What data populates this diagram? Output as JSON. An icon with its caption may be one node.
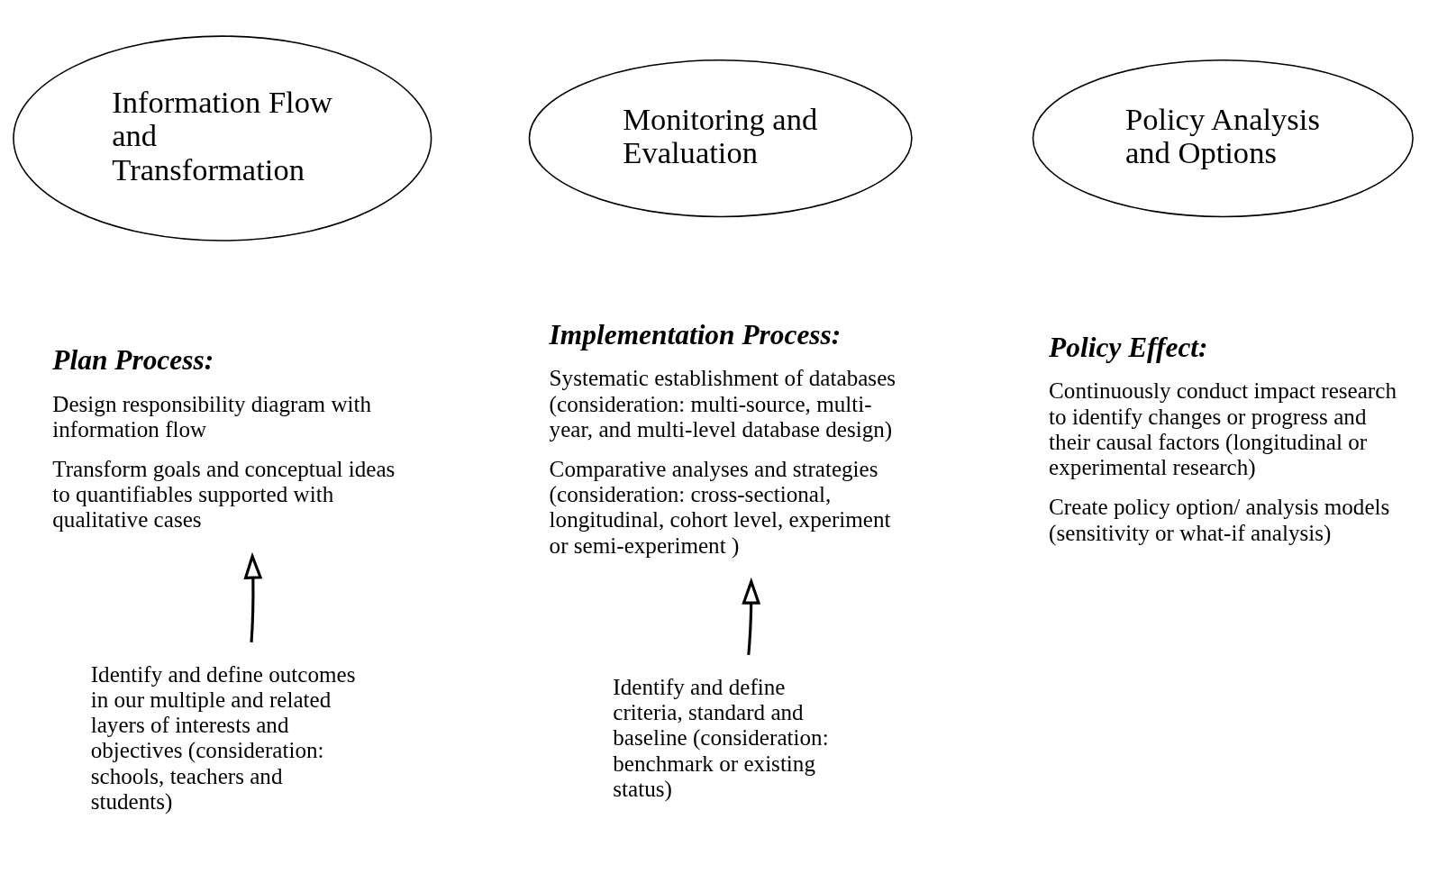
{
  "diagram": {
    "nodes": [
      {
        "text": [
          "Information Flow and Transformation"
        ]
      },
      {
        "text": [
          "Monitoring and Evaluation"
        ]
      },
      {
        "text": [
          "Policy Analysis and Options"
        ]
      },
      {
        "text": [
          "Plan Process:",
          "Design responsibility diagram with information flow",
          "Transform goals and conceptual ideas to quantifiables supported with qualitative cases"
        ]
      },
      {
        "text": [
          "Implementation Process:",
          "Systematic establishment of databases (consideration: multi-source, multi-year, and multi-level database design)",
          "Comparative analyses and strategies (consideration: cross-sectional, longitudinal, cohort level, experiment or semi-experiment )"
        ]
      },
      {
        "text": [
          "Policy Effect:",
          "Continuously conduct impact research to identify changes or progress and their causal factors (longitudinal or experimental research)",
          "Create policy option/ analysis models (sensitivity or what-if analysis)"
        ]
      },
      {
        "text": [
          "Identify and define outcomes in our multiple and related layers of interests and objectives (consideration: schools, teachers and students)"
        ]
      },
      {
        "text": [
          "Identify and define criteria, standard and baseline (consideration: benchmark or existing status)"
        ]
      }
    ],
    "edges": [
      {
        "from": 6,
        "to": 3,
        "arrow": "to"
      },
      {
        "from": 7,
        "to": 4,
        "arrow": "to"
      }
    ]
  }
}
